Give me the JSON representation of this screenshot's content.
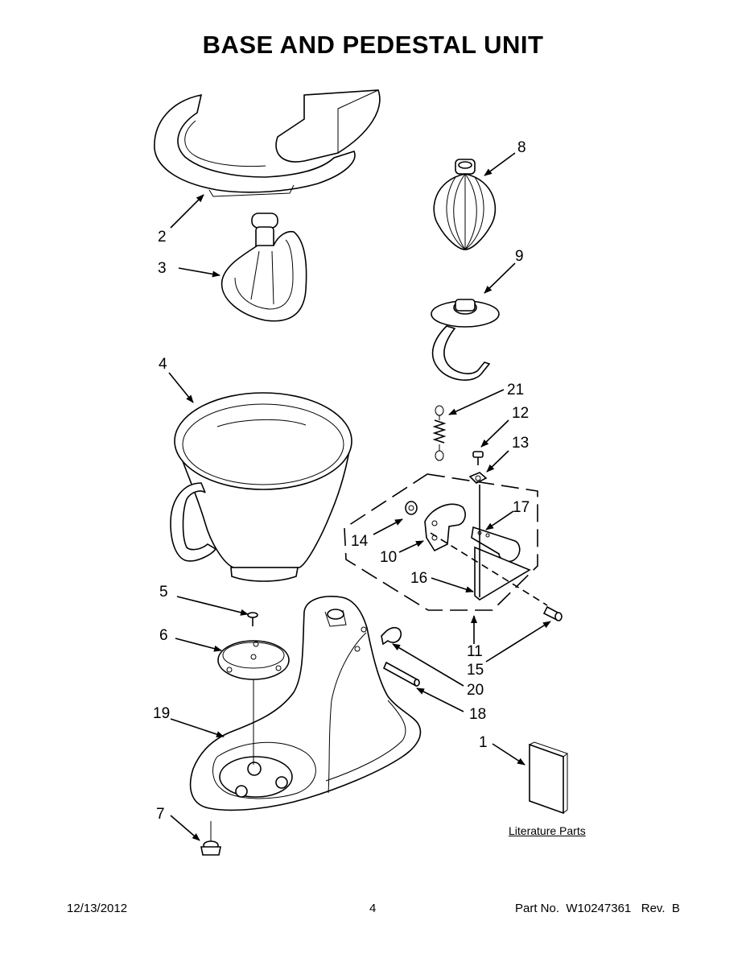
{
  "title": "BASE AND PEDESTAL UNIT",
  "callouts": [
    "1",
    "2",
    "3",
    "4",
    "5",
    "6",
    "7",
    "8",
    "9",
    "10",
    "11",
    "12",
    "13",
    "14",
    "15",
    "16",
    "17",
    "18",
    "19",
    "20",
    "21"
  ],
  "literature_label": "Literature Parts",
  "footer": {
    "date": "12/13/2012",
    "page": "4",
    "part": "Part No.  W10247361   Rev.  B"
  }
}
